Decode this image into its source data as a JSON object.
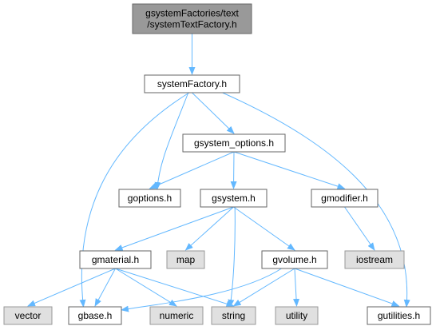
{
  "colors": {
    "edge": "#63b8ff",
    "node_fill": "#ffffff",
    "node_stroke": "#666666",
    "root_fill": "#999999",
    "root_stroke": "#666666",
    "external_fill": "#e0e0e0",
    "external_stroke": "#999999",
    "text": "#000000"
  },
  "nodes": [
    {
      "id": "root",
      "lines": [
        "gsystemFactories/text",
        "/systemTextFactory.h"
      ],
      "kind": "root"
    },
    {
      "id": "systemFactory",
      "lines": [
        "systemFactory.h"
      ],
      "kind": "header"
    },
    {
      "id": "gsystem_options",
      "lines": [
        "gsystem_options.h"
      ],
      "kind": "header"
    },
    {
      "id": "goptions",
      "lines": [
        "goptions.h"
      ],
      "kind": "header"
    },
    {
      "id": "gsystem",
      "lines": [
        "gsystem.h"
      ],
      "kind": "header"
    },
    {
      "id": "gmodifier",
      "lines": [
        "gmodifier.h"
      ],
      "kind": "header"
    },
    {
      "id": "gmaterial",
      "lines": [
        "gmaterial.h"
      ],
      "kind": "header"
    },
    {
      "id": "map",
      "lines": [
        "map"
      ],
      "kind": "external"
    },
    {
      "id": "gvolume",
      "lines": [
        "gvolume.h"
      ],
      "kind": "header"
    },
    {
      "id": "iostream",
      "lines": [
        "iostream"
      ],
      "kind": "external"
    },
    {
      "id": "vector",
      "lines": [
        "vector"
      ],
      "kind": "external"
    },
    {
      "id": "gbase",
      "lines": [
        "gbase.h"
      ],
      "kind": "header"
    },
    {
      "id": "numeric",
      "lines": [
        "numeric"
      ],
      "kind": "external"
    },
    {
      "id": "string",
      "lines": [
        "string"
      ],
      "kind": "external"
    },
    {
      "id": "utility",
      "lines": [
        "utility"
      ],
      "kind": "external"
    },
    {
      "id": "gutilities",
      "lines": [
        "gutilities.h"
      ],
      "kind": "header"
    }
  ],
  "edges": [
    {
      "from": "root",
      "to": "systemFactory"
    },
    {
      "from": "systemFactory",
      "to": "gsystem_options"
    },
    {
      "from": "systemFactory",
      "to": "goptions"
    },
    {
      "from": "systemFactory",
      "to": "gbase"
    },
    {
      "from": "systemFactory",
      "to": "gutilities"
    },
    {
      "from": "gsystem_options",
      "to": "goptions"
    },
    {
      "from": "gsystem_options",
      "to": "gsystem"
    },
    {
      "from": "gsystem_options",
      "to": "gmodifier"
    },
    {
      "from": "gsystem",
      "to": "gmaterial"
    },
    {
      "from": "gsystem",
      "to": "map"
    },
    {
      "from": "gsystem",
      "to": "string"
    },
    {
      "from": "gsystem",
      "to": "gvolume"
    },
    {
      "from": "gmodifier",
      "to": "iostream"
    },
    {
      "from": "gmaterial",
      "to": "vector"
    },
    {
      "from": "gmaterial",
      "to": "gbase"
    },
    {
      "from": "gmaterial",
      "to": "numeric"
    },
    {
      "from": "gmaterial",
      "to": "string"
    },
    {
      "from": "gvolume",
      "to": "gbase"
    },
    {
      "from": "gvolume",
      "to": "string"
    },
    {
      "from": "gvolume",
      "to": "utility"
    },
    {
      "from": "gvolume",
      "to": "gutilities"
    }
  ]
}
